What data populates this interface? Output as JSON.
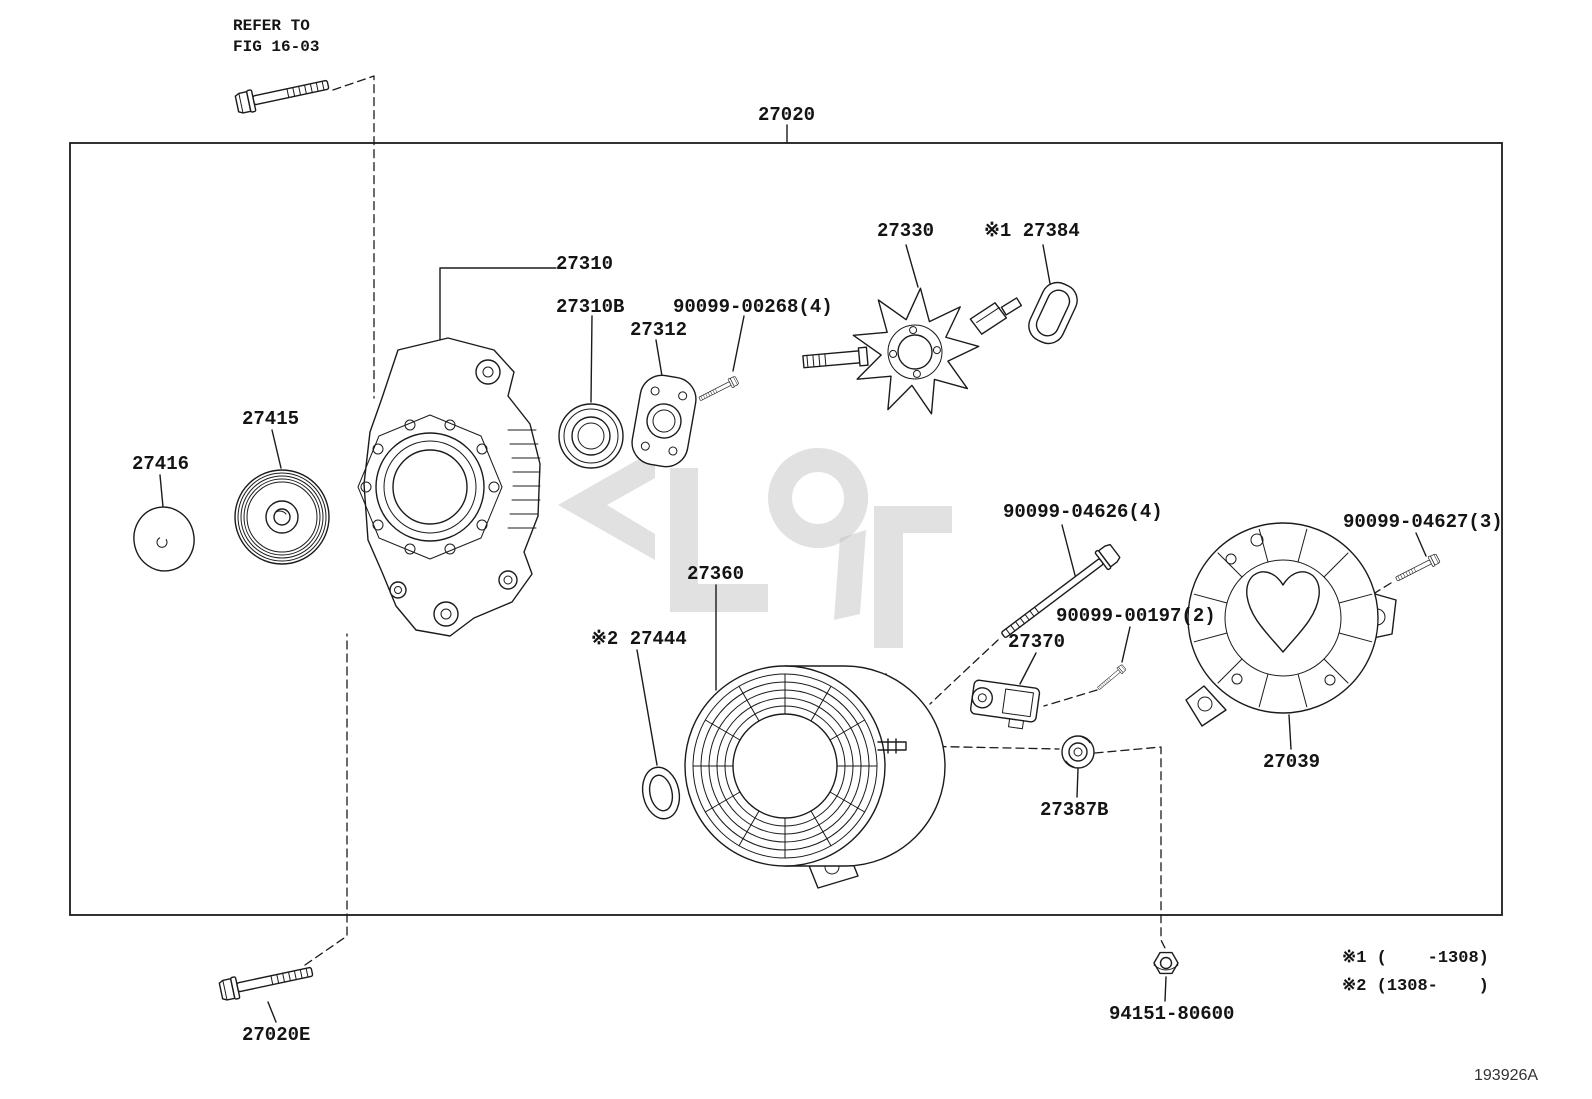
{
  "meta": {
    "figure_reference": "REFER TO\nFIG 16-03",
    "drawing_number": "193926A"
  },
  "colors": {
    "line": "#1b1b1b",
    "background": "#ffffff",
    "watermark": "#c3c3c3"
  },
  "labels": {
    "p27020": "27020",
    "p27310": "27310",
    "p27310b": "27310B",
    "p27312": "27312",
    "p90099_00268": "90099-00268(4)",
    "p27330": "27330",
    "p27384": "※1 27384",
    "p27415": "27415",
    "p27416": "27416",
    "p90099_04626": "90099-04626(4)",
    "p90099_04627": "90099-04627(3)",
    "p27360": "27360",
    "p27444": "※2 27444",
    "p27370": "27370",
    "p90099_00197": "90099-00197(2)",
    "p27039": "27039",
    "p27387b": "27387B",
    "p27020e": "27020E",
    "p94151_80600": "94151-80600"
  },
  "notes": {
    "note1": "※1 (    -1308)",
    "note2": "※2 (1308-    )"
  }
}
